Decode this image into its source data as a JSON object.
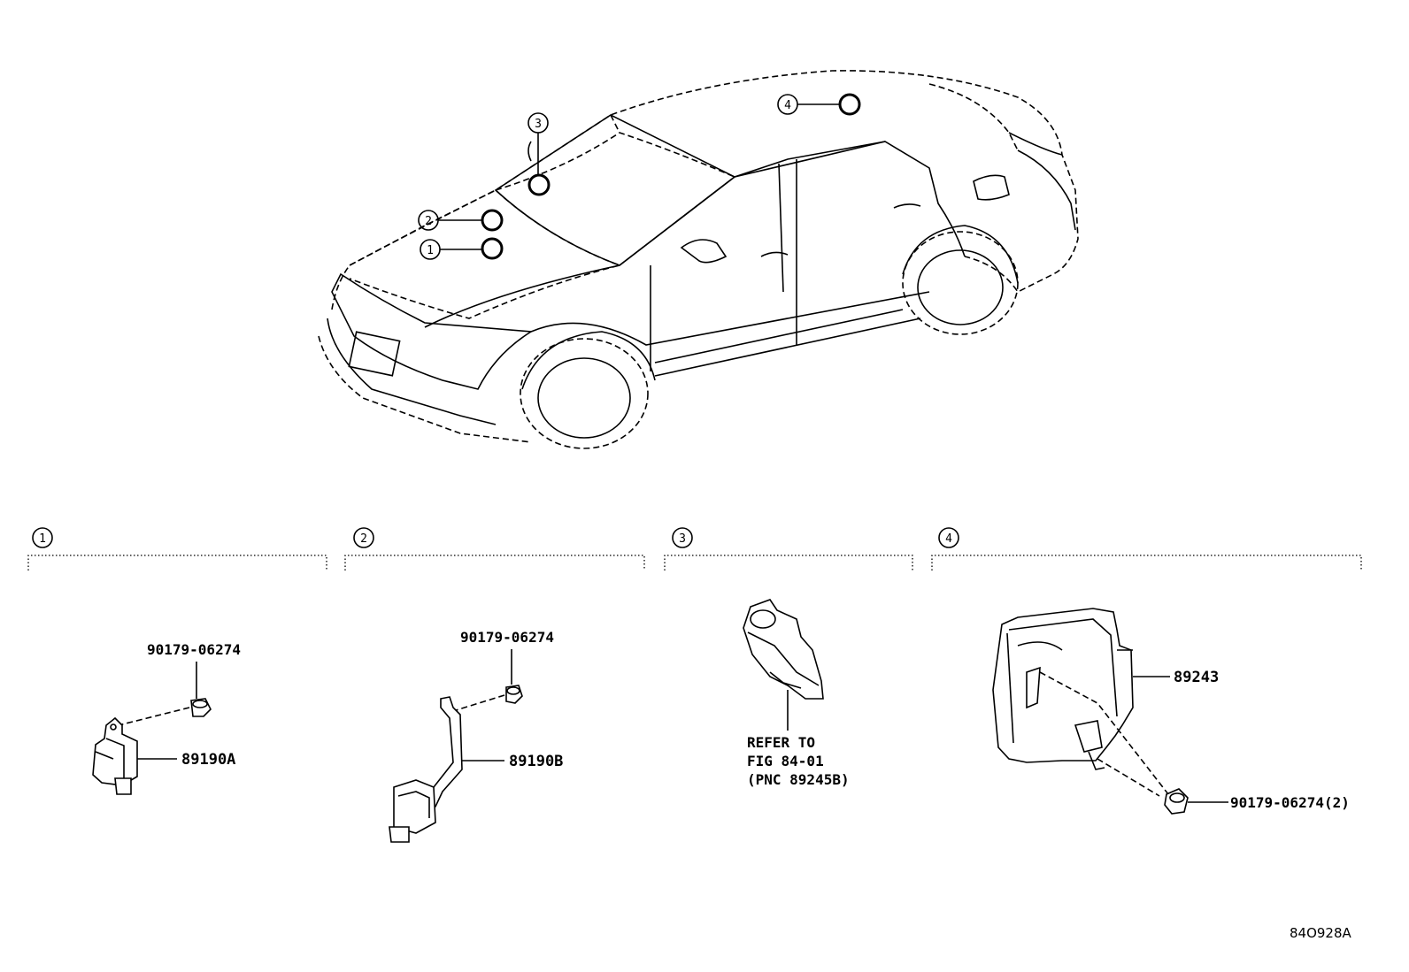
{
  "markers": [
    "1",
    "2",
    "3",
    "4"
  ],
  "sections": [
    {
      "id": "1",
      "parts": [
        "90179-06274",
        "89190A"
      ]
    },
    {
      "id": "2",
      "parts": [
        "90179-06274",
        "89190B"
      ]
    },
    {
      "id": "3",
      "note_lines": [
        "REFER TO",
        "FIG 84-01",
        "(PNC 89245B)"
      ]
    },
    {
      "id": "4",
      "parts": [
        "89243",
        "90179-06274(2)"
      ]
    }
  ],
  "figure_code": "84O928A"
}
